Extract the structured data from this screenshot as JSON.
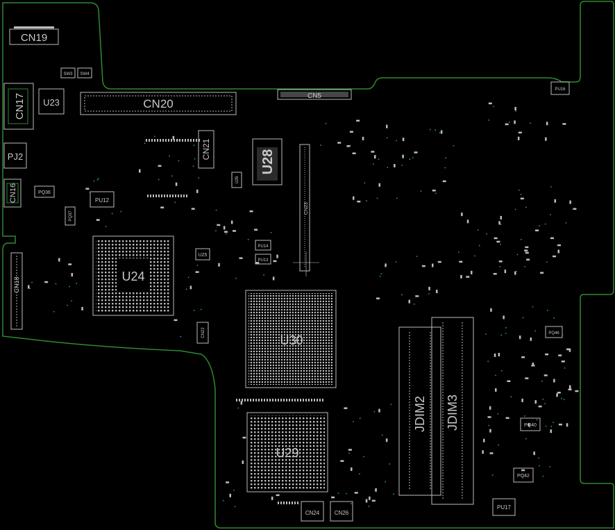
{
  "board": {
    "outline_color": "#2f8a2f",
    "background_color": "#000000",
    "silk_color": "#c8c8c8",
    "pad_color": "#bdbdbd",
    "via_color": "#2fa3a3"
  },
  "labels": {
    "CN19": "CN19",
    "SW3": "SW3",
    "SW4": "SW4",
    "CN17": "CN17",
    "U23": "U23",
    "CN20": "CN20",
    "CN5": "CN5",
    "PU16": "PU16",
    "PJ2": "PJ2",
    "CN21": "CN21",
    "U28": "U28",
    "U26": "U26",
    "CN16": "CN16",
    "PQ36": "PQ36",
    "PU12": "PU12",
    "PQ37": "PQ37",
    "CN23": "CN23",
    "U24": "U24",
    "PU14": "PU14",
    "PU13": "PU13",
    "U25": "U25",
    "CN18": "CN18",
    "U30": "U30",
    "CN22": "CN22",
    "PQ46": "PQ46",
    "JDIM2": "JDIM2",
    "JDIM3": "JDIM3",
    "PQ40": "PQ40",
    "U29": "U29",
    "PQ42": "PQ42",
    "CN24": "CN24",
    "CN26": "CN26",
    "PU17": "PU17"
  }
}
